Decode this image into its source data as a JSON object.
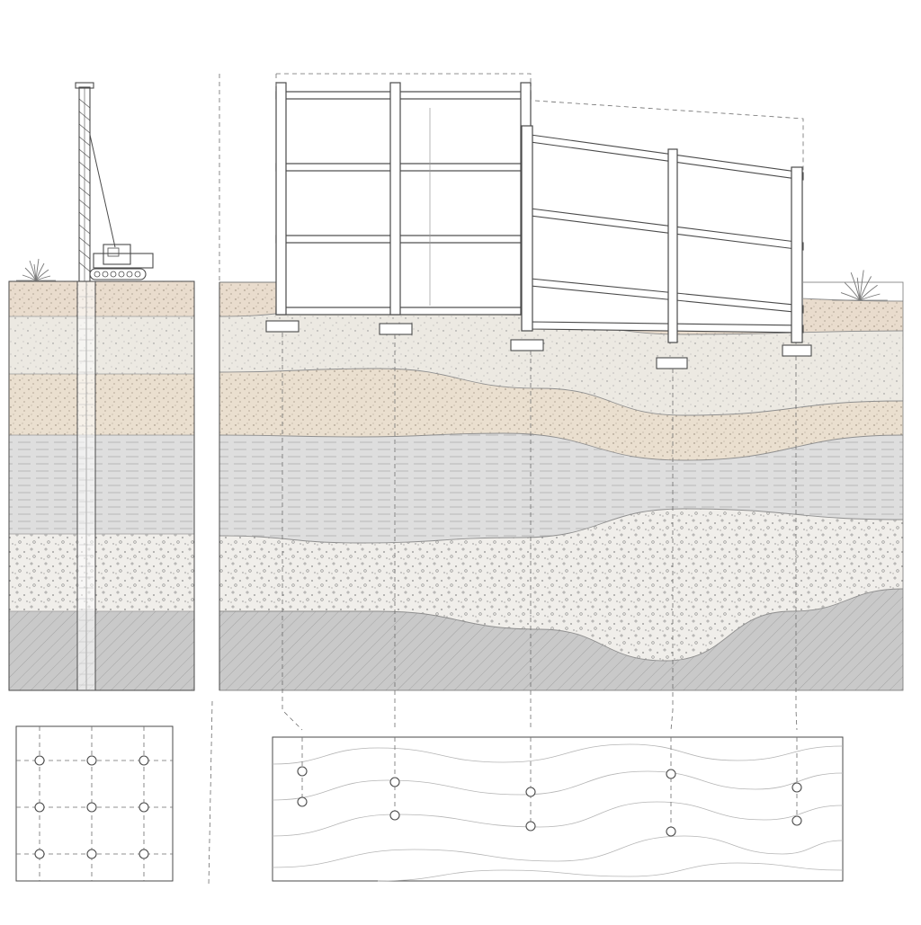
{
  "colors": {
    "paper": "#ffffff",
    "line": "#4a4a4a",
    "dash": "#6e6e6e",
    "topsoil": "#e9dccd",
    "upper_sand": "#ece9e2",
    "beige_sand": "#eadfcf",
    "clay": "#dedede",
    "gravel": "#f0eeea",
    "bedrock": "#c9c9c9",
    "vegetation": "#777777"
  },
  "icons": {
    "drill_rig": "drill-rig-icon",
    "shrub": "shrub-icon"
  },
  "boring_plan_grid": {
    "rows": 3,
    "columns": 3
  },
  "pile_plan": {
    "pile_groups": 5
  },
  "building": {
    "left_block_floors": 3,
    "right_block_floors": 3,
    "roof_sloped": true
  }
}
